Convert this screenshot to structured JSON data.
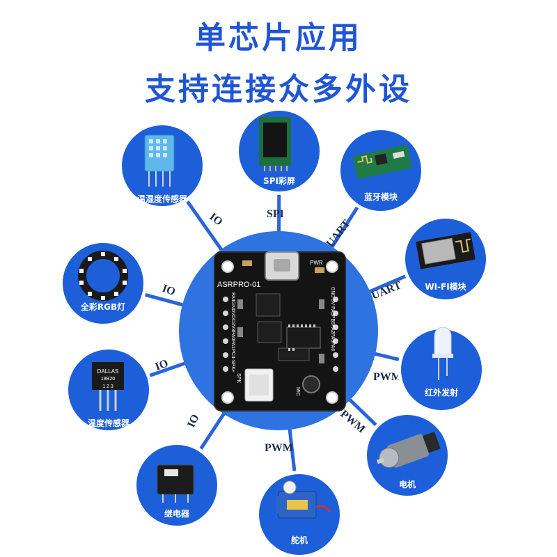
{
  "title": {
    "line1": "单芯片应用",
    "line2": "支持连接众多外设"
  },
  "board": {
    "name": "ASRPRO-01",
    "pins_left": "PA4GNDVDD3V3PA0PA1PC4-SPK+",
    "pins_right": "GND 5V PA5PB6PA2PA3PA6",
    "label_pwr": "PWR",
    "label_spk": "SPK",
    "label_mic": "MIC"
  },
  "peripherals": [
    {
      "name": "温湿度传感器",
      "icon": "dht11-sensor-icon",
      "interface": "IO"
    },
    {
      "name": "SPI彩屏",
      "icon": "spi-lcd-icon",
      "interface": "SPI"
    },
    {
      "name": "蓝牙模块",
      "icon": "bluetooth-module-icon",
      "interface": "UART"
    },
    {
      "name": "WI-FI模块",
      "icon": "wifi-module-icon",
      "interface": "UART"
    },
    {
      "name": "红外发射",
      "icon": "ir-led-icon",
      "interface": "PWM"
    },
    {
      "name": "电机",
      "icon": "dc-motor-icon",
      "interface": "PWM"
    },
    {
      "name": "舵机",
      "icon": "servo-icon",
      "interface": "PWM"
    },
    {
      "name": "继电器",
      "icon": "relay-icon",
      "interface": "IO"
    },
    {
      "name": "温度传感器",
      "icon": "ds18b20-icon",
      "interface": "IO",
      "chip_text": "DALLAS 18B20"
    },
    {
      "name": "全彩RGB灯",
      "icon": "rgb-ring-icon",
      "interface": "IO"
    }
  ],
  "colors": {
    "title": "#1f56d6",
    "node": "#1d5fd9",
    "hub": "#2f73e0",
    "line": "#2a64d8"
  }
}
